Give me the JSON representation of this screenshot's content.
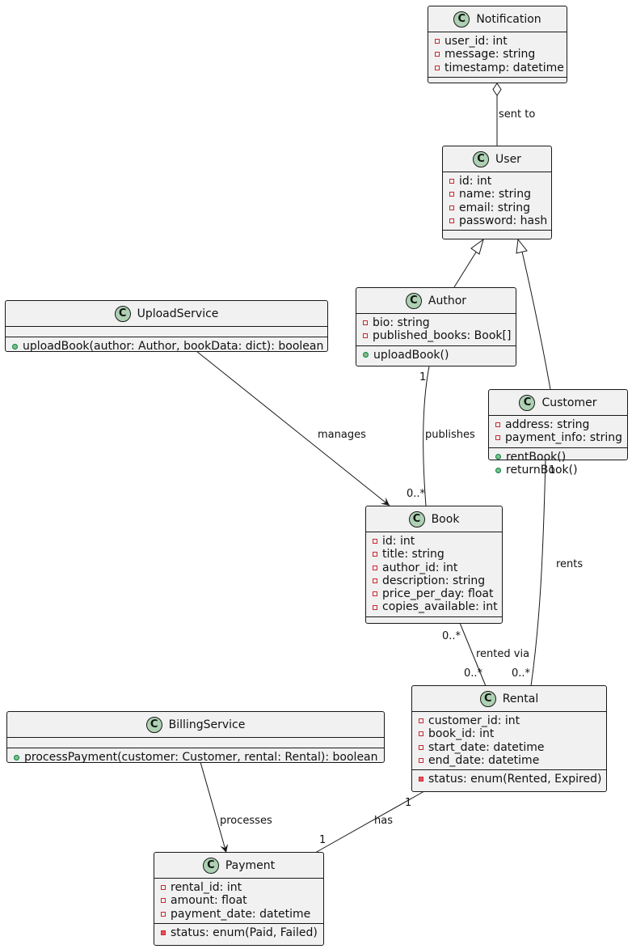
{
  "classes": {
    "notification": {
      "name": "Notification",
      "icon": "class-icon",
      "icon_glyph": "C",
      "fields": [
        "user_id: int",
        "message: string",
        "timestamp: datetime"
      ],
      "methods": []
    },
    "user": {
      "name": "User",
      "icon": "class-icon",
      "icon_glyph": "C",
      "fields": [
        "id: int",
        "name: string",
        "email: string",
        "password: hash"
      ],
      "methods": []
    },
    "uploadservice": {
      "name": "UploadService",
      "icon": "class-icon",
      "icon_glyph": "C",
      "fields": [],
      "methods": [
        "uploadBook(author: Author, bookData: dict): boolean"
      ]
    },
    "author": {
      "name": "Author",
      "icon": "class-icon",
      "icon_glyph": "C",
      "fields": [
        "bio: string",
        "published_books: Book[]"
      ],
      "methods": [
        "uploadBook()"
      ]
    },
    "customer": {
      "name": "Customer",
      "icon": "class-icon",
      "icon_glyph": "C",
      "fields": [
        "address: string",
        "payment_info: string"
      ],
      "methods": [
        "rentBook()",
        "returnBook()"
      ]
    },
    "book": {
      "name": "Book",
      "icon": "class-icon",
      "icon_glyph": "C",
      "fields": [
        "id: int",
        "title: string",
        "author_id: int",
        "description: string",
        "price_per_day: float",
        "copies_available: int"
      ],
      "methods": []
    },
    "rental": {
      "name": "Rental",
      "icon": "class-icon",
      "icon_glyph": "C",
      "fields": [
        "customer_id: int",
        "book_id: int",
        "start_date: datetime",
        "end_date: datetime"
      ],
      "methods": [],
      "private_methods": [
        "status: enum(Rented, Expired)"
      ]
    },
    "billingservice": {
      "name": "BillingService",
      "icon": "class-icon",
      "icon_glyph": "C",
      "fields": [],
      "methods": [
        "processPayment(customer: Customer, rental: Rental): boolean"
      ]
    },
    "payment": {
      "name": "Payment",
      "icon": "class-icon",
      "icon_glyph": "C",
      "fields": [
        "rental_id: int",
        "amount: float",
        "payment_date: datetime"
      ],
      "methods": [],
      "private_methods": [
        "status: enum(Paid, Failed)"
      ]
    }
  },
  "relations": {
    "sent_to": "sent to",
    "manages": "manages",
    "publishes": "publishes",
    "rents": "rents",
    "rented_via": "rented via",
    "processes": "processes",
    "has": "has"
  },
  "multiplicities": {
    "author_book_author": "1",
    "author_book_book": "0..*",
    "customer_rental_customer": "1",
    "customer_rental_rental": "0..*",
    "book_rental_book": "0..*",
    "book_rental_rental": "0..*",
    "rental_payment_rental": "1",
    "rental_payment_payment": "1"
  },
  "colors": {
    "class_fill": "#f1f1f1",
    "border": "#181818",
    "badge_fill": "#add1b2",
    "private_marker": "#c82930",
    "public_marker": "#038048"
  }
}
